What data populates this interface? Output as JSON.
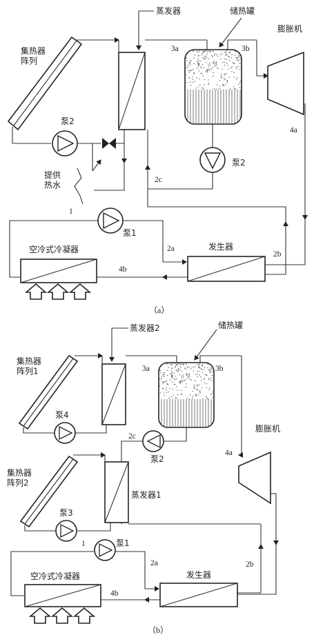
{
  "diagram_a": {
    "caption": "（a）",
    "collector": "集热器\n阵列",
    "evaporator": "蒸发器",
    "storage_tank": "储热罐",
    "expander": "膨胀机",
    "pump_collector": "泵2",
    "pump_tank": "泵2",
    "pump_main": "泵1",
    "hot_water": "提供\n热水",
    "condenser": "空冷式冷凝器",
    "generator": "发生器",
    "labels": {
      "s1": "1",
      "s2a": "2a",
      "s2b": "2b",
      "s2c": "2c",
      "s3a": "3a",
      "s3b": "3b",
      "s4a": "4a",
      "s4b": "4b"
    }
  },
  "diagram_b": {
    "caption": "（b）",
    "collector1": "集热器\n阵列1",
    "collector2": "集热器\n阵列2",
    "evaporator2": "蒸发器2",
    "evaporator1": "蒸发器1",
    "storage_tank": "储热罐",
    "expander": "膨胀机",
    "pump4": "泵4",
    "pump3": "泵3",
    "pump2": "泵2",
    "pump1": "泵1",
    "condenser": "空冷式冷凝器",
    "generator": "发生器",
    "labels": {
      "s1": "1",
      "s2a": "2a",
      "s2b": "2b",
      "s2c": "2c",
      "s3a": "3a",
      "s3b": "3b",
      "s4a": "4a",
      "s4b": "4b"
    }
  }
}
